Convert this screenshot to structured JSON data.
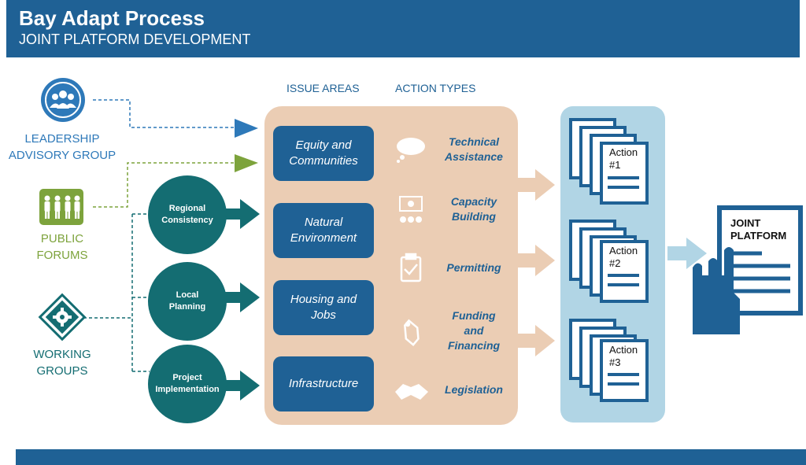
{
  "header": {
    "title": "Bay Adapt Process",
    "subtitle": "JOINT PLATFORM DEVELOPMENT"
  },
  "columns": {
    "issue_areas": "ISSUE AREAS",
    "action_types": "ACTION TYPES"
  },
  "stakeholders": [
    {
      "line1": "LEADERSHIP",
      "line2": "ADVISORY GROUP",
      "color": "#2e79b9",
      "icon": "people-group-icon"
    },
    {
      "line1": "PUBLIC",
      "line2": "FORUMS",
      "color": "#7da33c",
      "icon": "crowd-icon"
    },
    {
      "line1": "WORKING",
      "line2": "GROUPS",
      "color": "#146d72",
      "icon": "gear-icon"
    }
  ],
  "working_group_types": [
    {
      "line1": "Regional",
      "line2": "Consistency"
    },
    {
      "line1": "Local",
      "line2": "Planning"
    },
    {
      "line1": "Project",
      "line2": "Implementation"
    }
  ],
  "issue_areas": [
    {
      "line1": "Equity and",
      "line2": "Communities"
    },
    {
      "line1": "Natural",
      "line2": "Environment"
    },
    {
      "line1": "Housing and",
      "line2": "Jobs"
    },
    {
      "line1": "Infrastructure",
      "line2": ""
    }
  ],
  "action_types": [
    {
      "lines": [
        "Technical",
        "Assistance"
      ],
      "icon": "chat-bubble-icon"
    },
    {
      "lines": [
        "Capacity",
        "Building"
      ],
      "icon": "presentation-icon"
    },
    {
      "lines": [
        "Permitting"
      ],
      "icon": "clipboard-check-icon"
    },
    {
      "lines": [
        "Funding",
        "and",
        "Financing"
      ],
      "icon": "price-tag-icon"
    },
    {
      "lines": [
        "Legislation"
      ],
      "icon": "handshake-icon"
    }
  ],
  "actions": [
    {
      "line1": "Action",
      "line2": "#1"
    },
    {
      "line1": "Action",
      "line2": "#2"
    },
    {
      "line1": "Action",
      "line2": "#3"
    }
  ],
  "joint_platform": {
    "line1": "JOINT",
    "line2": "PLATFORM"
  },
  "colors": {
    "navy": "#1f6195",
    "teal": "#146d72",
    "cyan": "#1a9bb3",
    "tan": "#ebcdb4",
    "light_blue": "#b1d5e5",
    "green": "#7da33c",
    "blue": "#2e79b9"
  }
}
